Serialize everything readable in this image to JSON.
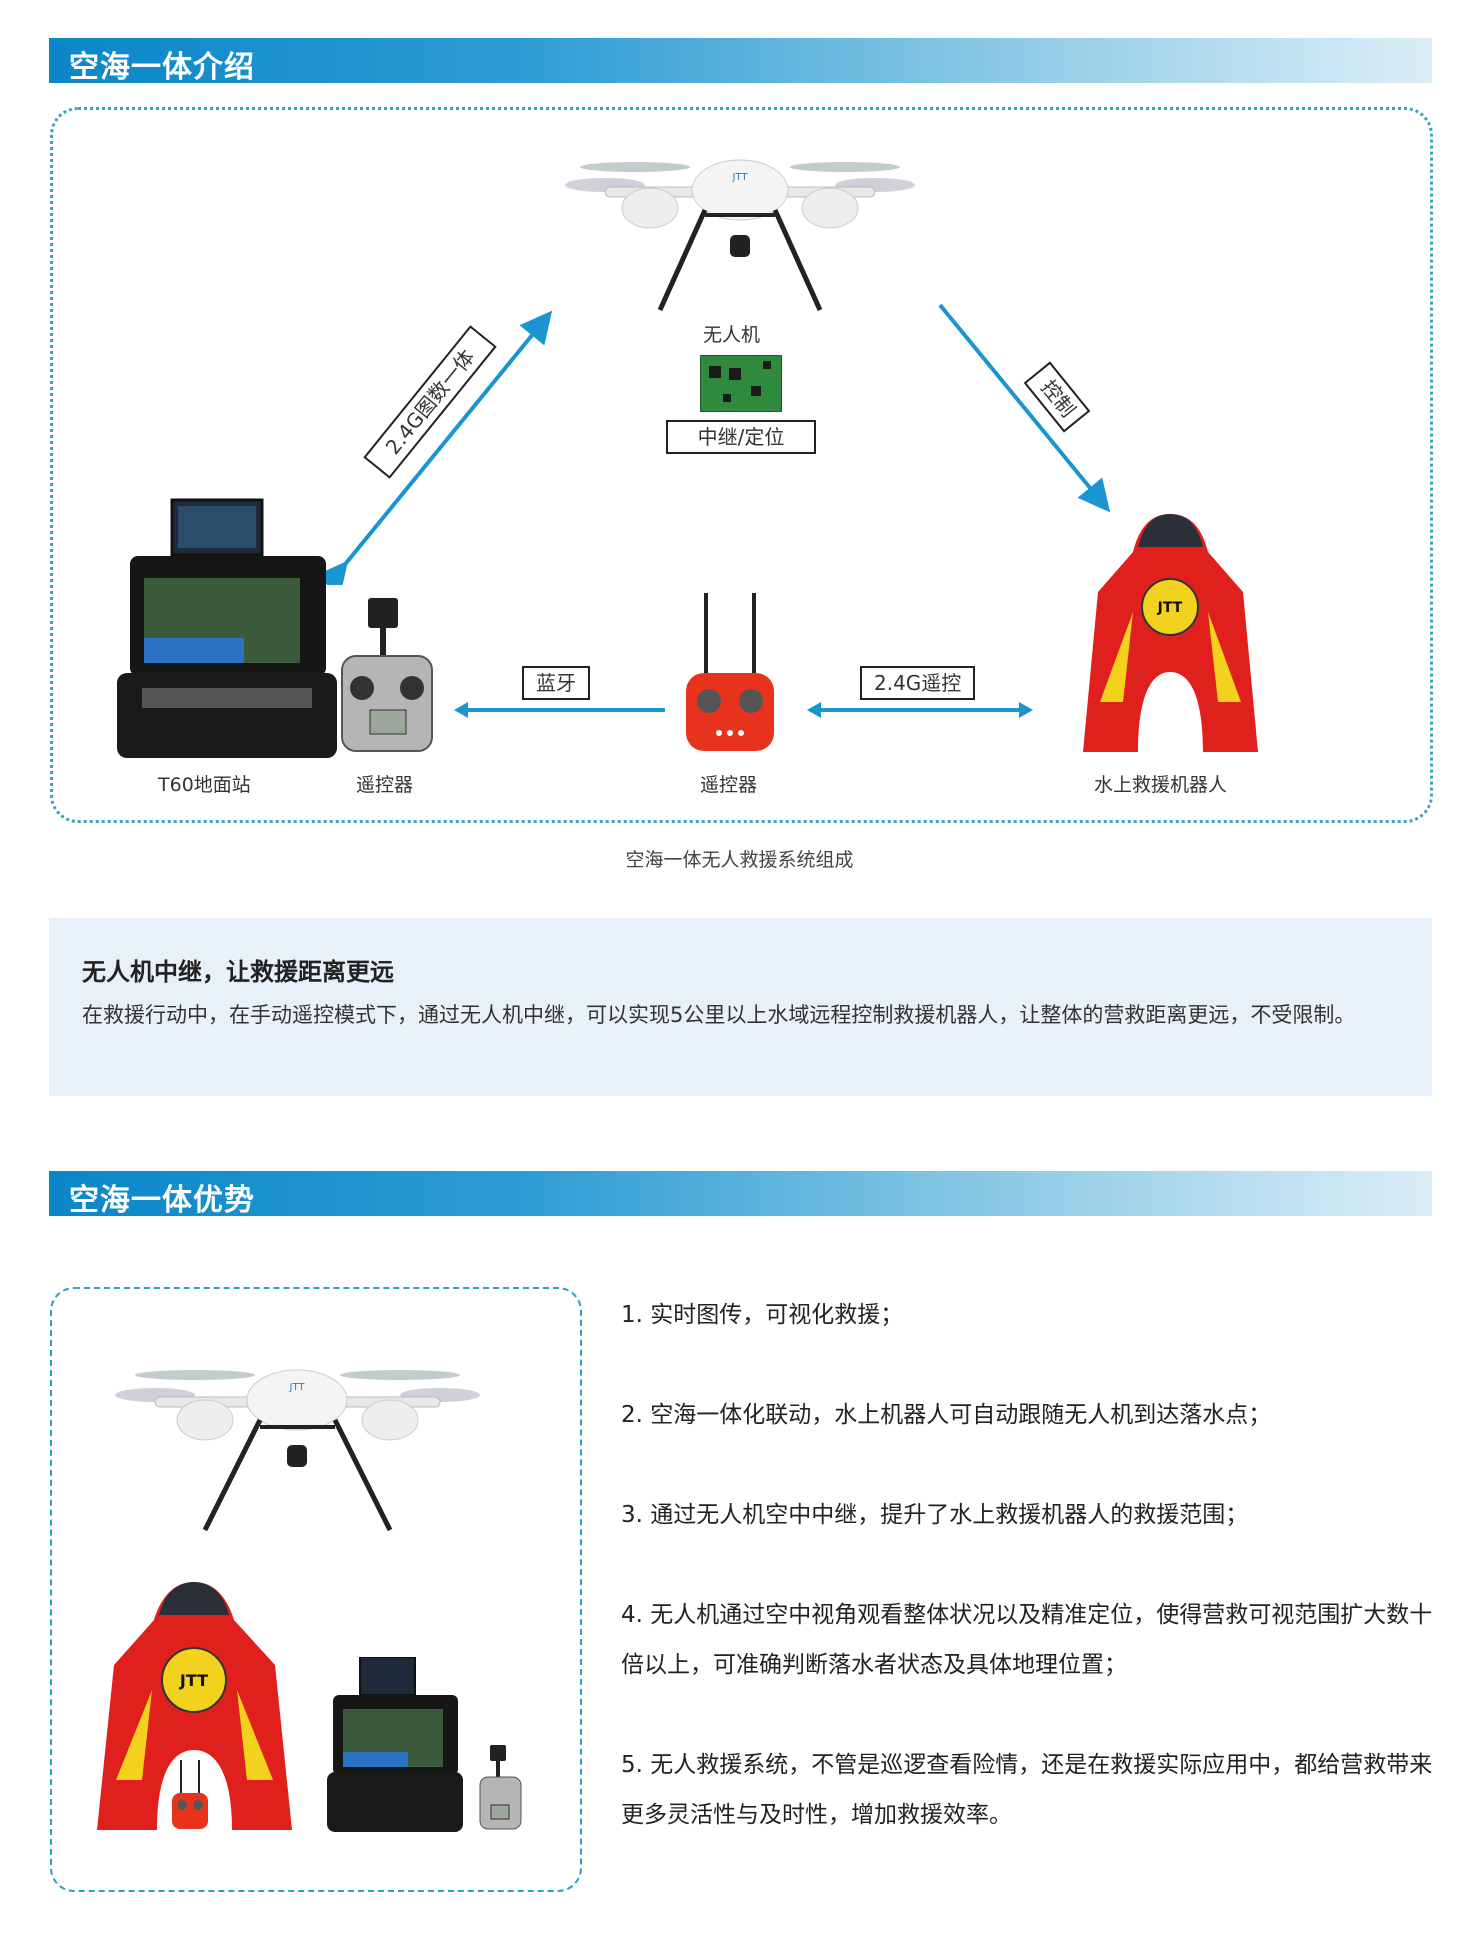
{
  "section1": {
    "title": "空海一体介绍",
    "diagram": {
      "nodes": {
        "drone": "无人机",
        "relay_module": "中继/定位",
        "ground_station": "T60地面站",
        "handheld_remote": "遥控器",
        "red_remote": "遥控器",
        "rescue_robot": "水上救援机器人"
      },
      "links": {
        "ground_to_drone": "2.4G图数一体",
        "drone_to_robot": "控制",
        "bluetooth": "蓝牙",
        "remote_to_robot": "2.4G遥控"
      },
      "caption": "空海一体无人救援系统组成"
    },
    "info": {
      "heading": "无人机中继，让救援距离更远",
      "body": "在救援行动中，在手动遥控模式下，通过无人机中继，可以实现5公里以上水域远程控制救援机器人，让整体的营救距离更远，不受限制。"
    }
  },
  "section2": {
    "title": "空海一体优势",
    "advantages": [
      "1. 实时图传，可视化救援；",
      "2. 空海一体化联动，水上机器人可自动跟随无人机到达落水点；",
      "3. 通过无人机空中中继，提升了水上救援机器人的救援范围；",
      "4. 无人机通过空中视角观看整体状况以及精准定位，使得营救可视范围扩大数十倍以上，可准确判断落水者状态及具体地理位置；",
      "5. 无人救援系统，不管是巡逻查看险情，还是在救援实际应用中，都给营救带来更多灵活性与及时性，增加救援效率。"
    ]
  },
  "colors": {
    "header_start": "#0a86c8",
    "header_end": "#dceef7",
    "arrow": "#1a95d2",
    "panel_bg": "#e8f1f9",
    "robot_red": "#e0201c",
    "robot_yellow": "#f2d21c"
  }
}
